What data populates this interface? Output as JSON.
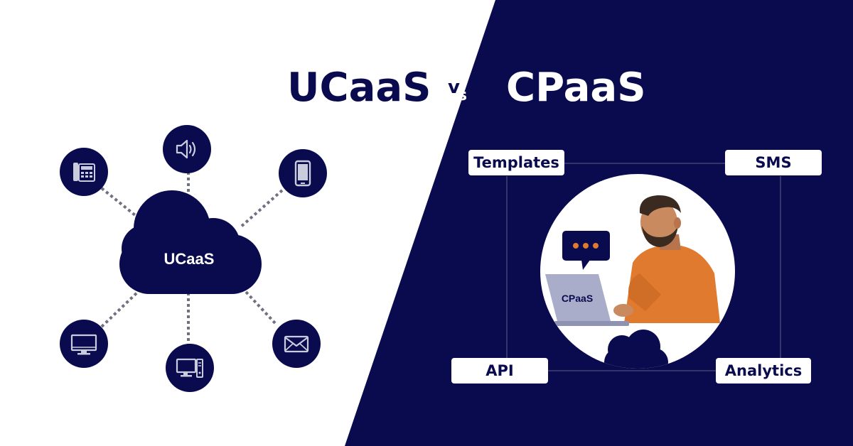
{
  "header": {
    "left_title": "UCaaS",
    "vs_v": "v",
    "vs_s": "s",
    "right_title": "CPaaS"
  },
  "left_panel": {
    "cloud_label": "UCaaS",
    "icons": [
      "desk-phone-icon",
      "speaker-icon",
      "smartphone-icon",
      "monitor-icon",
      "desktop-computer-icon",
      "envelope-icon"
    ]
  },
  "right_panel": {
    "boxes": [
      "Templates",
      "SMS",
      "API",
      "Analytics"
    ],
    "laptop_label": "CPaaS",
    "icons": [
      "chat-bubble-icon",
      "person-icon",
      "laptop-icon",
      "cloud-icon"
    ]
  },
  "colors": {
    "navy": "#0a0b4f",
    "white": "#ffffff",
    "orange": "#e07a2f",
    "gray_dotted": "#6f7180",
    "laptop_gray": "#a9adc9"
  }
}
